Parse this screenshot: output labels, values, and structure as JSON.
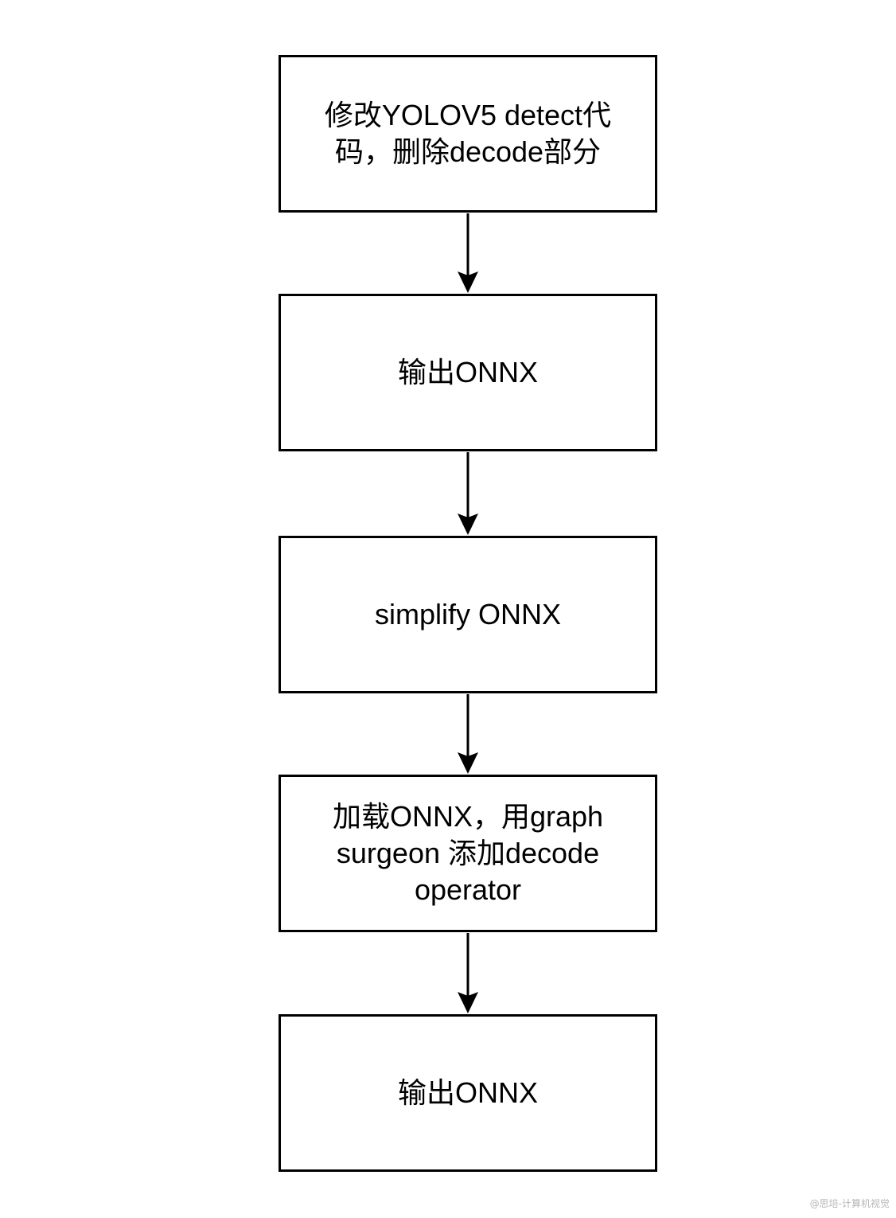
{
  "diagram": {
    "steps": [
      {
        "label": "修改YOLOV5 detect代码，删除decode部分"
      },
      {
        "label": "输出ONNX"
      },
      {
        "label": "simplify ONNX"
      },
      {
        "label": "加载ONNX，用graph surgeon 添加decode operator"
      },
      {
        "label": "输出ONNX"
      }
    ],
    "connector_count": 4
  },
  "watermark": "@思培-计算机视觉",
  "colors": {
    "stroke": "#000000",
    "background": "#ffffff",
    "watermark": "#b5b5b5"
  }
}
